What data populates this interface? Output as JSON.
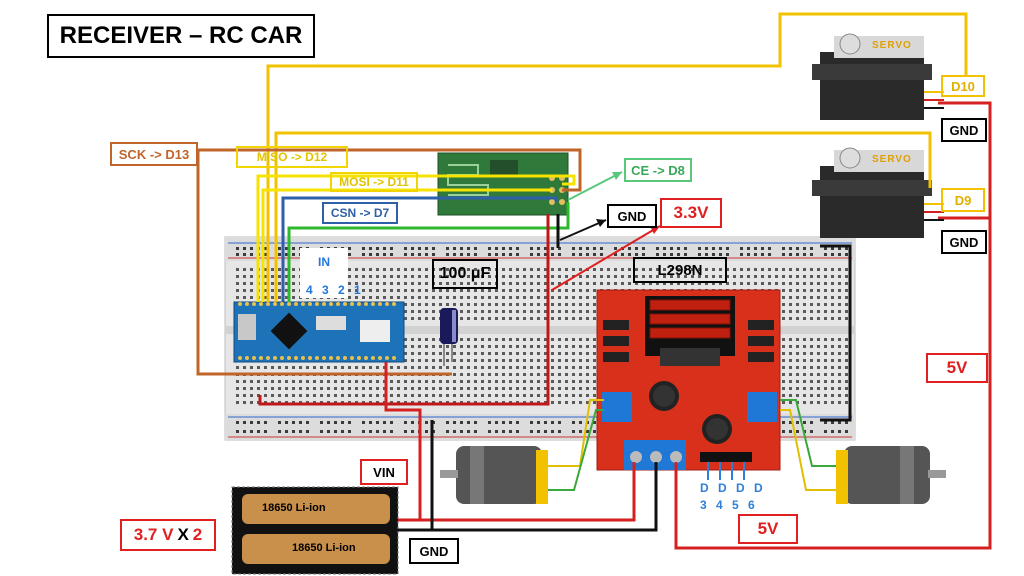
{
  "title": "RECEIVER – RC CAR",
  "labels": {
    "sck": "SCK -> D13",
    "miso": "MISO -> D12",
    "mosi": "MOSI -> D11",
    "csn": "CSN -> D7",
    "ce": "CE -> D8",
    "gnd_rf": "GND",
    "v33": "3.3V",
    "capacitor": "100 μF",
    "driver": "L298N",
    "servo1_pin": "D10",
    "servo1_gnd": "GND",
    "servo2_pin": "D9",
    "servo2_gnd": "GND",
    "v5_right": "5V",
    "v5_bottom": "5V",
    "vin": "VIN",
    "gnd_bottom": "GND",
    "battery_count_a": "3.7 V",
    "battery_count_x": "X",
    "battery_count_b": "2",
    "in_label": "IN",
    "in_numbers": "4 3 2 1",
    "d_letters": "D D D D",
    "d_numbers": "3 4 5 6",
    "cell1": "18650 Li-ion",
    "cell2": "18650 Li-ion",
    "servo_brand": "SERVO"
  },
  "colors": {
    "yellow": "#f2c200",
    "orange": "#c0652a",
    "blue": "#2e5fa8",
    "green": "#2eb82e",
    "red": "#d42020",
    "black": "#111111",
    "board_red": "#d9301c",
    "nano_blue": "#1e73b8",
    "rf_green": "#2f7a3a"
  }
}
